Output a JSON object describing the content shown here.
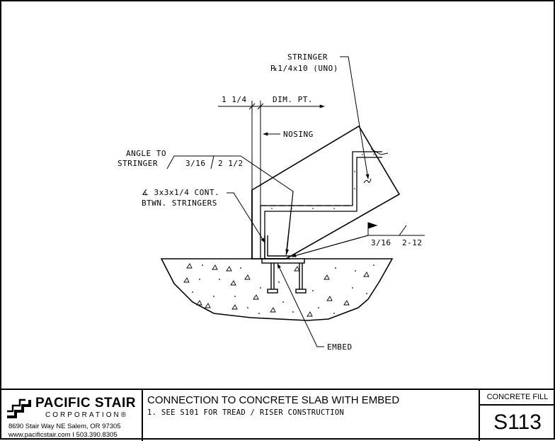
{
  "drawing": {
    "labels": {
      "stringer_line1": "STRINGER",
      "stringer_line2": "℞1/4x10 (UNO)",
      "dim_1_1_4": "1 1/4",
      "dim_pt": "DIM. PT.",
      "nosing": "NOSING",
      "angle_to_line1": "ANGLE TO",
      "angle_to_line2": "STRINGER",
      "weld_316": "3/16",
      "weld_2_1_2": "2 1/2",
      "angle_cont_line1": "∡ 3x3x1/4 CONT.",
      "angle_cont_line2": "BTWN. STRINGERS",
      "weld_316_b": "3/16",
      "weld_2_12": "2-12",
      "embed": "EMBED"
    }
  },
  "titleblock": {
    "company": "PACIFIC STAIR",
    "company_sub": "CORPORATION®",
    "address": "8690 Stair Way NE Salem, OR 97305",
    "contact": "www.pacificstair.com  I  503.390.8305",
    "title": "CONNECTION TO CONCRETE SLAB WITH EMBED",
    "note": "1.  SEE S101 FOR TREAD / RISER CONSTRUCTION",
    "category": "CONCRETE FILL",
    "sheet_number": "S113"
  }
}
